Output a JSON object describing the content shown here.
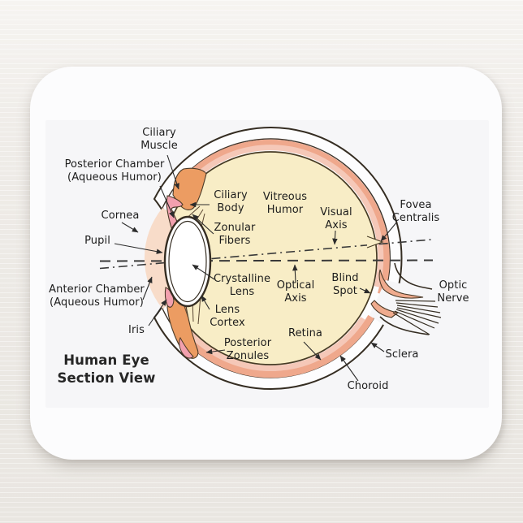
{
  "diagram": {
    "title": "Human Eye\nSection View",
    "labels": {
      "ciliary_muscle": "Ciliary\nMuscle",
      "posterior_chamber": "Posterior Chamber\n(Aqueous Humor)",
      "cornea": "Cornea",
      "pupil": "Pupil",
      "anterior_chamber": "Anterior Chamber\n(Aqueous Humor)",
      "iris": "Iris",
      "ciliary_body": "Ciliary\nBody",
      "zonular_fibers": "Zonular\nFibers",
      "vitreous_humor": "Vitreous\nHumor",
      "visual_axis": "Visual\nAxis",
      "crystalline_lens": "Crystalline\nLens",
      "optical_axis": "Optical\nAxis",
      "blind_spot": "Blind\nSpot",
      "lens_cortex": "Lens\nCortex",
      "posterior_zonules": "Posterior\nZonules",
      "retina": "Retina",
      "fovea_centralis": "Fovea\nCentralis",
      "optic_nerve": "Optic\nNerve",
      "sclera": "Sclera",
      "choroid": "Choroid"
    },
    "colors": {
      "vitreous_humor": "#f8edc6",
      "choroid_band": "#efa88c",
      "retina_band": "#f5c8b8",
      "ciliary_muscle": "#ec9c62",
      "iris": "#f2a0ae",
      "anterior_chamber": "#f8dcc9",
      "outline": "#352d22",
      "pad": "#fcfcfd",
      "background": "#efece8"
    }
  }
}
